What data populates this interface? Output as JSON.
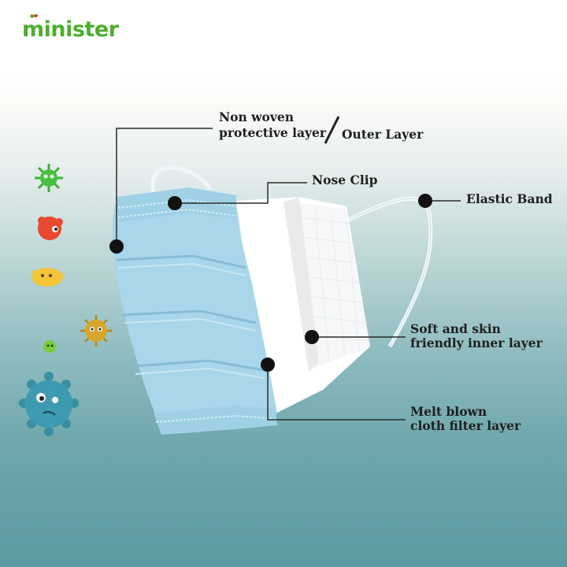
{
  "brand": {
    "name": "minister",
    "color": "#4cae2e"
  },
  "labels": {
    "outer_line1": "Non woven",
    "outer_line2": "protective layer",
    "outer_alt": "Outer Layer",
    "nose_clip": "Nose Clip",
    "elastic_band": "Elastic Band",
    "inner_line1": "Soft and skin",
    "inner_line2": "friendly inner layer",
    "filter_line1": "Melt blown",
    "filter_line2": "cloth filter layer"
  },
  "germ_icons": [
    "green-spiky-germ-icon",
    "red-germ-icon",
    "yellow-germ-icon",
    "brown-spiky-germ-icon",
    "small-green-germ-icon",
    "large-teal-germ-icon"
  ],
  "colors": {
    "mask": "#a9d6ea",
    "mask_dark": "#8fc4dd",
    "inner": "#f4f6f7",
    "text": "#1f1f1f"
  }
}
